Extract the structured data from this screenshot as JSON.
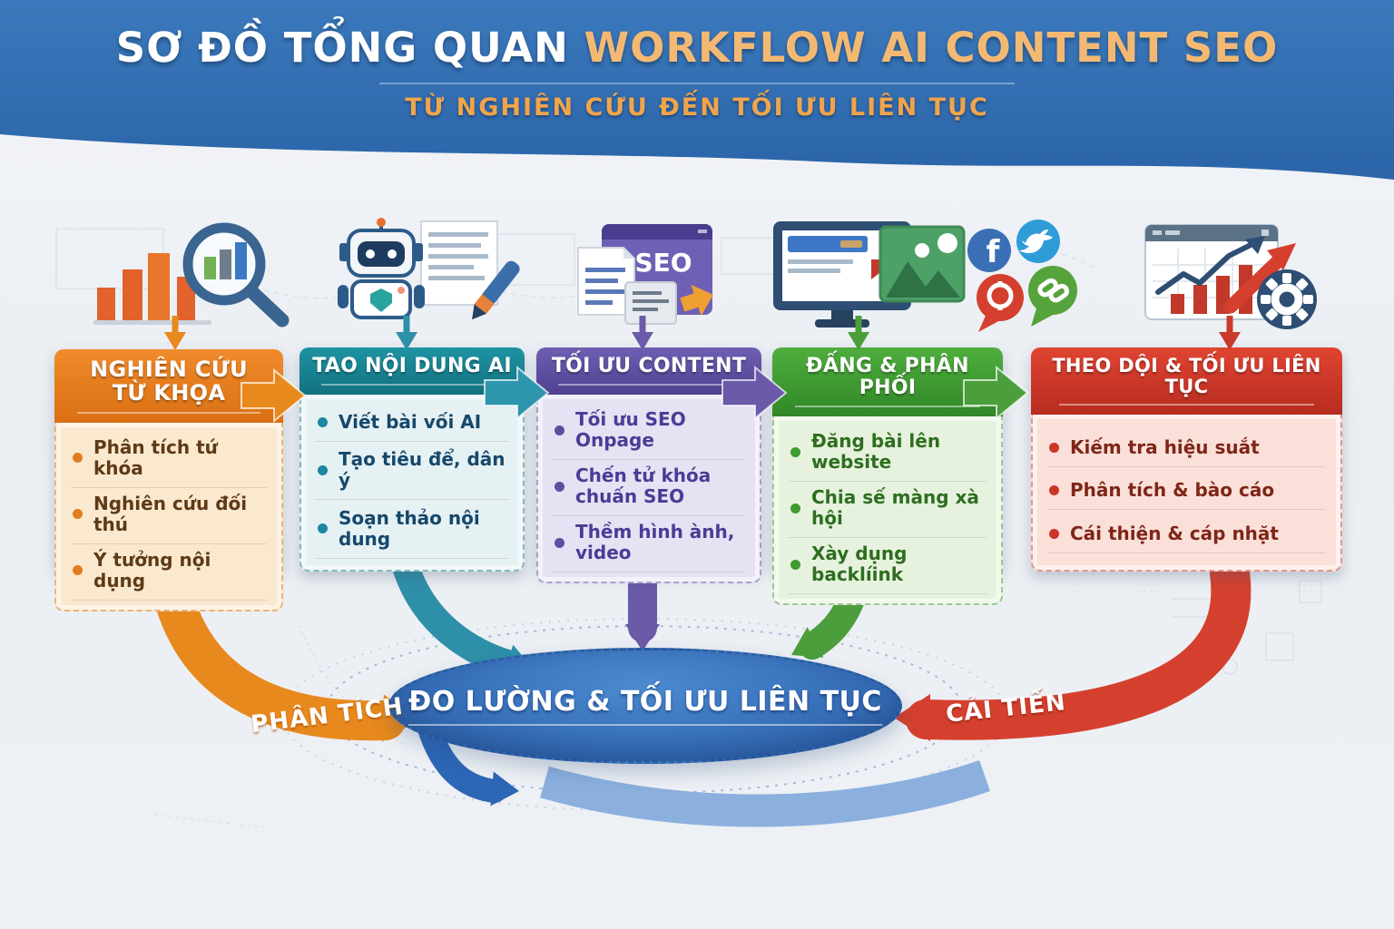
{
  "header": {
    "title_white": "SƠ ĐỒ TỔNG QUAN",
    "title_gold": "WORKFLOW AI CONTENT SEO",
    "subtitle": "TỪ NGHIÊN CỨU ĐẾN TỐI ƯU LIÊN TỤC",
    "colors": {
      "band": "#3577BE",
      "title_gold": "#F3B973",
      "subtitle_gold": "#F0A44B"
    }
  },
  "icon_row": {
    "icons": [
      {
        "name": "keyword-search-chart-icon"
      },
      {
        "name": "ai-robot-writing-icon"
      },
      {
        "name": "seo-browser-icon",
        "badge_text": "SEO"
      },
      {
        "name": "publish-monitor-social-icon",
        "facebook_letter": "f"
      },
      {
        "name": "analytics-gear-icon"
      }
    ]
  },
  "columns": [
    {
      "title": "NGHIÊN CỨU TỪ KHỌA",
      "title_lines": [
        "NGHIÊN CỨU",
        "TỪ KHỌA"
      ],
      "items": [
        "Phân tích tứ khóa",
        "Nghiên cứu đối thú",
        "Ý tưởng nội dụng"
      ],
      "colors": {
        "header": "#E07C20",
        "body": "#FAE9CF",
        "text": "#5E3A17"
      }
    },
    {
      "title": "TAO NỘI DUNG AI",
      "items": [
        "Viết bài vối AI",
        "Tạo tiêu để, dân ý",
        "Soạn thảo nội dung"
      ],
      "colors": {
        "header": "#17808F",
        "body": "#E6F1F3",
        "text": "#16486B"
      }
    },
    {
      "title": "TỐI ƯU CONTENT",
      "items": [
        "Tối ưu SEO Onpage",
        "Chến tử khóa chuấn SEO",
        "Thềm hình ành, video"
      ],
      "colors": {
        "header": "#5C4EA0",
        "body": "#E7E2F3",
        "text": "#4A3C96"
      }
    },
    {
      "title": "ĐẤNG & PHÂN PHỐI",
      "items": [
        "Đăng bài lên website",
        "Chia sế màng xà hội",
        "Xày dụng backlíink"
      ],
      "colors": {
        "header": "#3E9A33",
        "body": "#E6F2DE",
        "text": "#2D6E1F"
      }
    },
    {
      "title": "THEO DỘI & TỐI ƯU LIÊN TỤC",
      "items": [
        "Kiếm tra hiệu suắt",
        "Phân tích & bào cáo",
        "Cái thiện & cáp nhặt"
      ],
      "colors": {
        "header": "#CC3527",
        "body": "#FBE0DA",
        "text": "#7E2617"
      }
    }
  ],
  "flow": {
    "center_label": "ĐO LƯỜNG & TỐI ƯU LIÊN TỤC",
    "analysis_label": "PHÂN TÍCH",
    "improve_label": "CẢI TIẾN",
    "colors": {
      "center": "#2F6CB8",
      "analysis": "#E8891D",
      "improve": "#D5402E"
    }
  }
}
